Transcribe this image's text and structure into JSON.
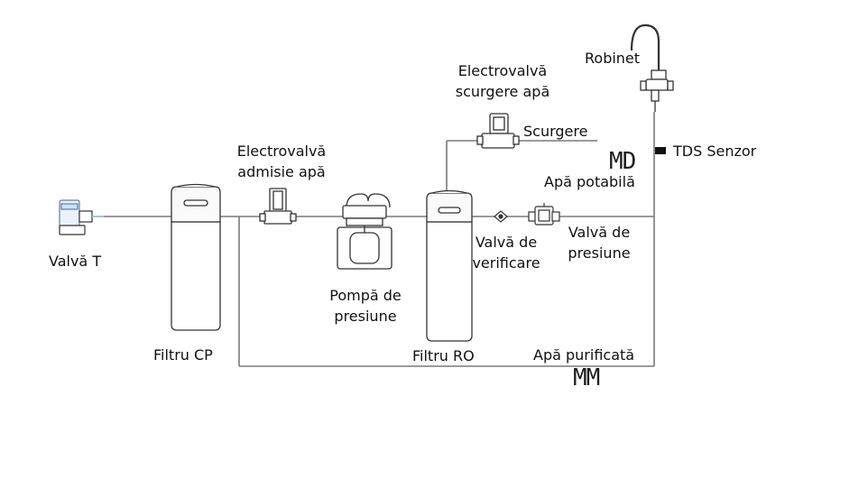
{
  "labels": {
    "valva_t": "Valvă T",
    "filtru_cp": "Filtru CP",
    "electrovalva_admisie": [
      "Electrovalvă",
      "admisie apă"
    ],
    "pompa": [
      "Pompă de",
      "presiune"
    ],
    "filtru_ro": "Filtru RO",
    "electrovalva_scurgere": [
      "Electrovalvă",
      "scurgere apă"
    ],
    "scurgere": "Scurgere",
    "valva_verificare": [
      "Valvă de",
      "verificare"
    ],
    "valva_presiune": [
      "Valvă de",
      "presiune"
    ],
    "apa_potabila": "Apă potabilă",
    "apa_purificata": "Apă purificată",
    "robinet": "Robinet",
    "tds_senzor": "TDS Senzor"
  },
  "marks": {
    "md": "MD",
    "mm": "MM"
  },
  "colors": {
    "line": "#7a7a7a",
    "component": "#333333",
    "valve_t_accent": "#9cc3e8"
  }
}
